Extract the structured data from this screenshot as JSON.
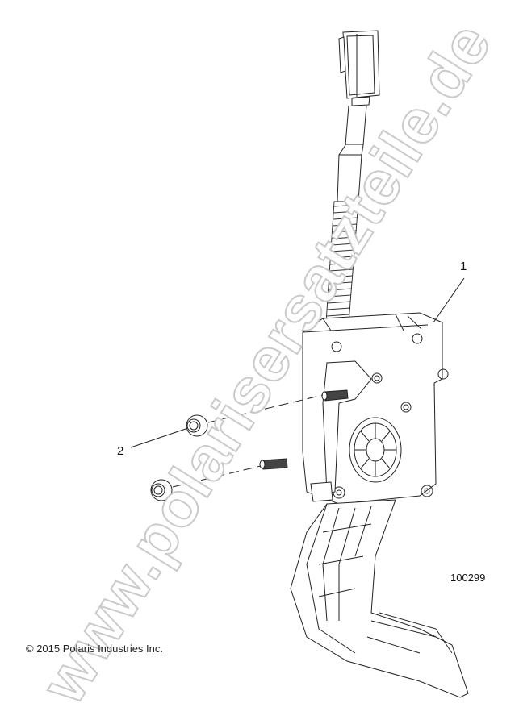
{
  "diagram": {
    "type": "exploded-parts-diagram",
    "subject": "throttle pedal assembly",
    "watermark": "www.polarisersatzteile.de",
    "callouts": [
      {
        "number": "1",
        "part": "pedal assembly"
      },
      {
        "number": "2",
        "part": "flange nut"
      }
    ],
    "drawing_number": "100299",
    "copyright": "© 2015 Polaris Industries Inc."
  }
}
